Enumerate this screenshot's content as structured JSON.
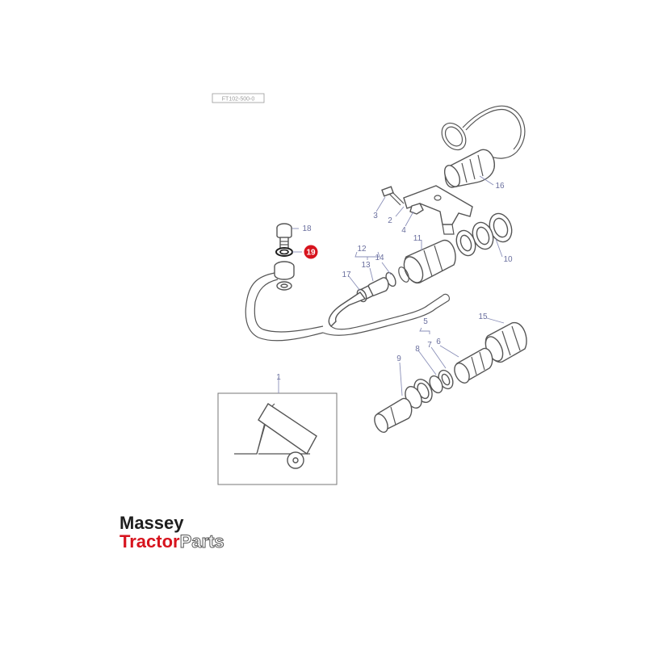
{
  "diagram": {
    "reference_code": "FT102-500-0",
    "callouts": {
      "c1": "1",
      "c2": "2",
      "c3": "3",
      "c4": "4",
      "c5": "5",
      "c6": "6",
      "c7": "7",
      "c8": "8",
      "c9": "9",
      "c10": "10",
      "c11": "11",
      "c12": "12",
      "c13": "13",
      "c14": "14",
      "c15": "15",
      "c16": "16",
      "c17": "17",
      "c18": "18",
      "c19": "19"
    },
    "highlighted_callout": "19",
    "highlight_color": "#d7141e",
    "line_color": "#555555",
    "callout_color": "#6a6f9e"
  },
  "logo": {
    "line1": "Massey",
    "line2_red": "Tractor",
    "line2_grey": "Parts"
  }
}
